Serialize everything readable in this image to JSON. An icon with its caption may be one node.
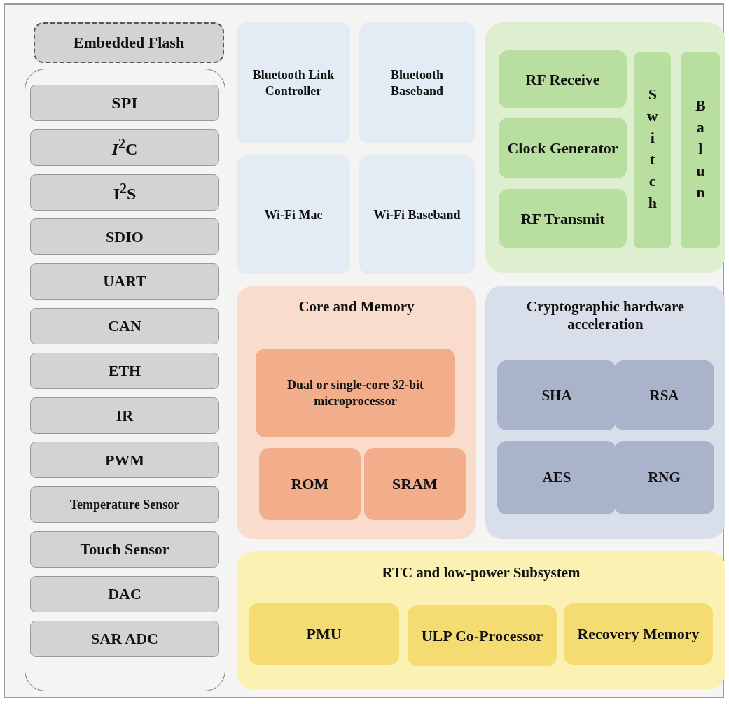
{
  "diagram": {
    "nodes": [
      {
        "text": [
          "Embedded Flash"
        ]
      },
      {
        "text": [],
        "shape": "box"
      },
      {
        "text": [
          "SPI"
        ],
        "in": 1
      },
      {
        "text": [
          "*I*$^{2}$C"
        ],
        "in": 1
      },
      {
        "text": [
          "I$^{2}$S"
        ],
        "in": 1
      },
      {
        "text": [
          "SDIO"
        ],
        "in": 1
      },
      {
        "text": [
          "UART"
        ],
        "in": 1
      },
      {
        "text": [
          "CAN"
        ],
        "in": 1
      },
      {
        "text": [
          "ETH"
        ],
        "in": 1
      },
      {
        "text": [
          "IR"
        ],
        "in": 1
      },
      {
        "text": [
          "PWM"
        ],
        "in": 1
      },
      {
        "text": [
          "Temperature Sensor"
        ],
        "in": 1
      },
      {
        "text": [
          "Touch Sensor"
        ],
        "in": 1
      },
      {
        "text": [
          "DAC"
        ],
        "in": 1
      },
      {
        "text": [
          "SAR ADC"
        ],
        "in": 1
      },
      {
        "text": [
          "Bluetooth Link Controller"
        ]
      },
      {
        "text": [
          "Bluetooth Baseband"
        ]
      },
      {
        "text": [
          "Wi-Fi Mac"
        ]
      },
      {
        "text": [
          "Wi-Fi Baseband"
        ]
      },
      {
        "text": [],
        "shape": "box"
      },
      {
        "text": [
          "RF Receive"
        ],
        "in": 19
      },
      {
        "text": [
          "Clock Generator"
        ],
        "in": 19
      },
      {
        "text": [
          "RF Transmit"
        ],
        "in": 19
      },
      {
        "text": [
          "Switch"
        ],
        "in": 19
      },
      {
        "text": [
          "Balun"
        ],
        "in": 19
      },
      {
        "text": [
          "Core and Memory"
        ]
      },
      {
        "text": [
          "Dual or single-core 32-bit microprocessor"
        ],
        "in": 25
      },
      {
        "text": [
          "ROM"
        ],
        "in": 25
      },
      {
        "text": [
          "SRAM"
        ],
        "in": 25
      },
      {
        "text": [
          "Cryptographic hardware acceleration"
        ]
      },
      {
        "text": [
          "SHA"
        ],
        "in": 29
      },
      {
        "text": [
          "RSA"
        ],
        "in": 29
      },
      {
        "text": [
          "AES"
        ],
        "in": 29
      },
      {
        "text": [
          "RNG"
        ],
        "in": 29
      },
      {
        "text": [
          "RTC and low-power Subsystem"
        ]
      },
      {
        "text": [
          "PMU"
        ],
        "in": 34
      },
      {
        "text": [
          "ULP Co-Processor"
        ],
        "in": 34
      },
      {
        "text": [
          "Recovery Memory"
        ],
        "in": 34
      }
    ]
  }
}
